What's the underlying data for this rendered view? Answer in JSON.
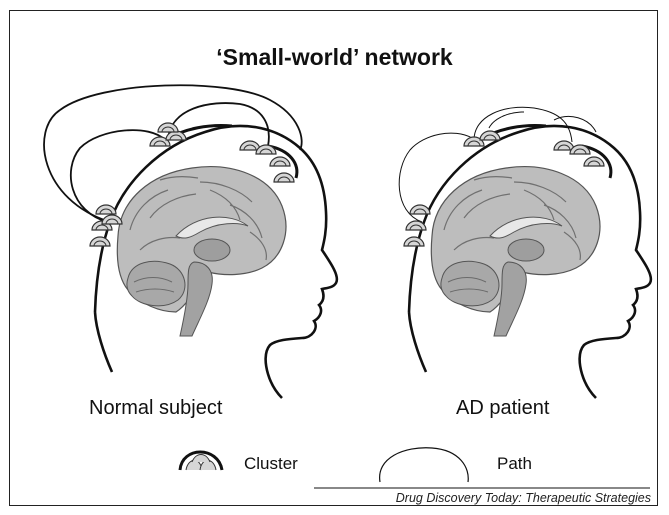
{
  "figure": {
    "title": "‘Small-world’ network",
    "panels": [
      {
        "label": "Normal subject",
        "paths": "intact long-range paths"
      },
      {
        "label": "AD patient",
        "paths": "disrupted long-range paths"
      }
    ]
  },
  "legend": {
    "cluster_label": "Cluster",
    "path_label": "Path",
    "cluster_icon": "cluster-icon",
    "path_icon": "path-icon"
  },
  "source": "Drug Discovery Today: Therapeutic Strategies",
  "colors": {
    "line": "#111111",
    "brain_fill": "#b9b9b9",
    "brain_detail": "#6f6f6f",
    "cluster_fill": "#d9d9d9",
    "cluster_stroke": "#333333"
  }
}
